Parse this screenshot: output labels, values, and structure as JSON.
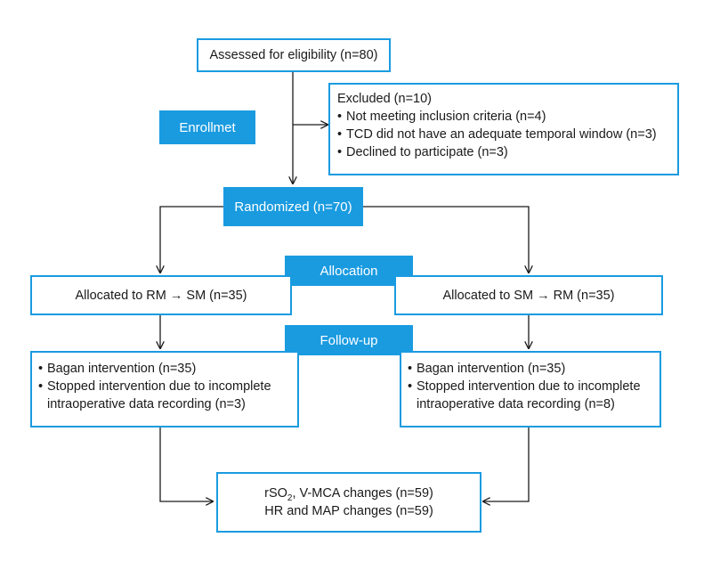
{
  "assessed": "Assessed for eligibility (n=80)",
  "enrollment_label": "Enrollmet",
  "excluded": {
    "title": "Excluded (n=10)",
    "items": [
      "Not meeting inclusion criteria (n=4)",
      "TCD did not have an adequate temporal window (n=3)",
      "Declined to participate (n=3)"
    ]
  },
  "randomized": "Randomized (n=70)",
  "allocation_label": "Allocation",
  "arm_left": "Allocated to RM → SM (n=35)",
  "arm_right": "Allocated to SM → RM (n=35)",
  "followup_label": "Follow-up",
  "followup_left": {
    "items": [
      "Bagan intervention (n=35)",
      "Stopped intervention due to incomplete intraoperative data recording (n=3)"
    ]
  },
  "followup_right": {
    "items": [
      "Bagan intervention (n=35)",
      "Stopped intervention due to incomplete intraoperative data recording (n=8)"
    ]
  },
  "analysis": {
    "line1_prefix": "rSO",
    "line1_sub": "2",
    "line1_suffix": ", V-MCA changes (n=59)",
    "line2": "HR and MAP changes (n=59)"
  },
  "colors": {
    "accent": "#1a9be0",
    "line": "#1a1a1a",
    "text": "#1a1a1a"
  }
}
